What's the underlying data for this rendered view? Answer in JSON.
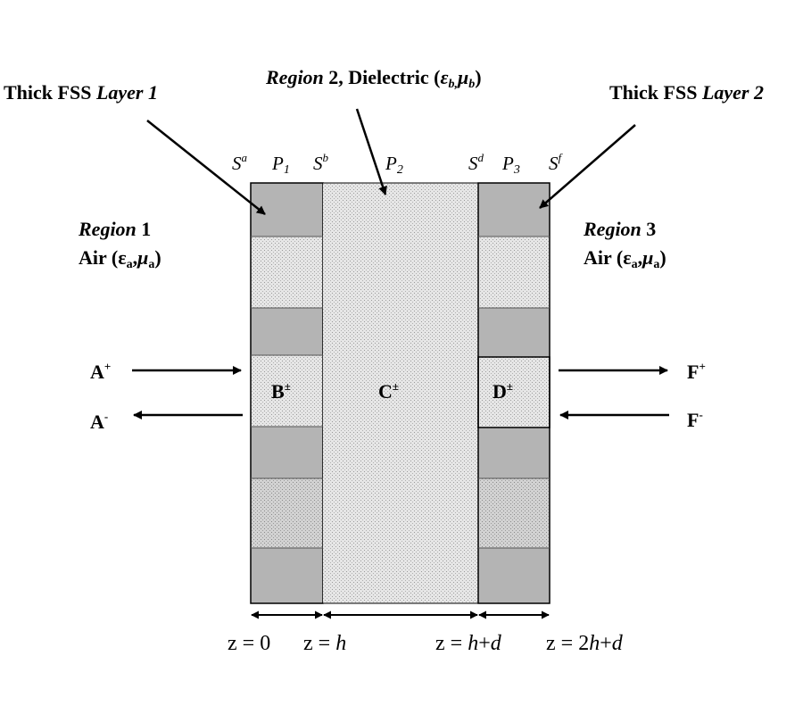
{
  "labels": {
    "fss_layer_1": {
      "bold": "Thick FSS ",
      "italic": "Layer 1"
    },
    "fss_layer_2": {
      "bold": "Thick FSS ",
      "italic": "Layer 2"
    },
    "region_2": {
      "name": "Region",
      "num": " 2, Dielectric (",
      "eps": "ε",
      "eps_sub": "b,",
      "mu": "μ",
      "mu_sub": "b",
      "close": ")"
    },
    "region_1": {
      "name": "Region",
      "num": " 1",
      "medium": "Air (ε",
      "eps_sub": "a",
      "mid": ",",
      "mu": "μ",
      "mu_sub": "a",
      "close": ")"
    },
    "region_3": {
      "name": "Region",
      "num": " 3",
      "medium": "Air (ε",
      "eps_sub": "a",
      "mid": ",",
      "mu": "μ",
      "mu_sub": "a",
      "close": ")"
    }
  },
  "surfaces": [
    {
      "base": "S",
      "sup": "a"
    },
    {
      "base": "S",
      "sup": "b"
    },
    {
      "base": "S",
      "sup": "d"
    },
    {
      "base": "S",
      "sup": "f"
    }
  ],
  "periods": [
    {
      "base": "P",
      "sub": "1"
    },
    {
      "base": "P",
      "sub": "2"
    },
    {
      "base": "P",
      "sub": "3"
    }
  ],
  "amplitudes": {
    "A_plus": {
      "base": "A",
      "sup": "+"
    },
    "A_minus": {
      "base": "A",
      "sup": "-"
    },
    "B": {
      "base": "B",
      "sup": "±"
    },
    "C": {
      "base": "C",
      "sup": "±"
    },
    "D": {
      "base": "D",
      "sup": "±"
    },
    "F_plus": {
      "base": "F",
      "sup": "+"
    },
    "F_minus": {
      "base": "F",
      "sup": "-"
    }
  },
  "positions": {
    "z0": {
      "pre": "z = ",
      "italic": "",
      "post": "0"
    },
    "zh": {
      "pre": "z = ",
      "italic": "h",
      "post": ""
    },
    "zhd": {
      "pre": "z = ",
      "italic": "h",
      "post": "+",
      "italic2": "d"
    },
    "z2hd": {
      "pre": "z = 2",
      "italic": "h",
      "post": "+",
      "italic2": "d"
    }
  },
  "colors": {
    "metal_fill": "#b4b4b4",
    "dielectric_fill": "#e4e4e4",
    "outline": "#000000"
  }
}
